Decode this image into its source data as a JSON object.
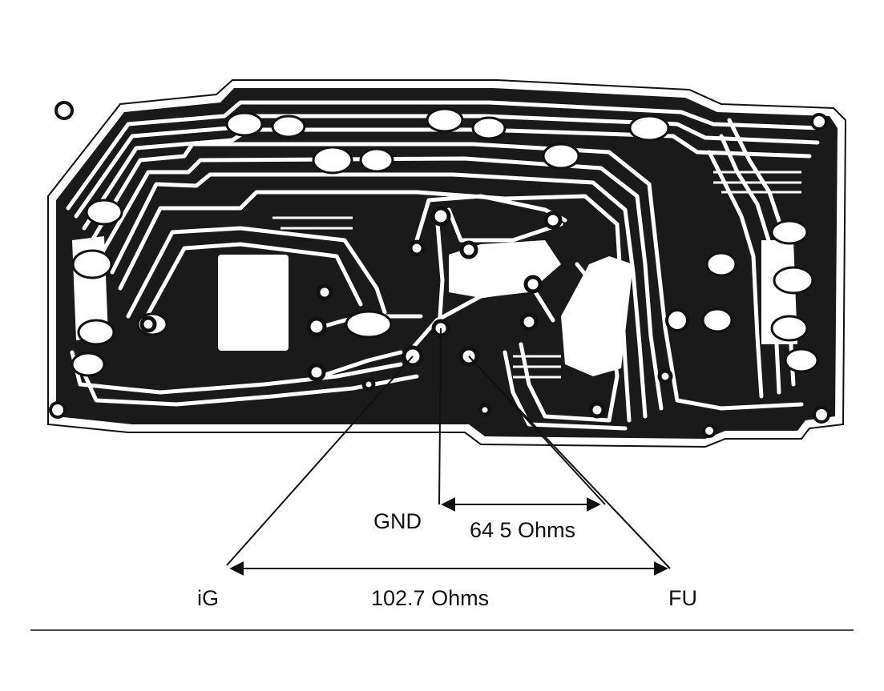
{
  "labels": {
    "gnd": "GND",
    "ig": "iG",
    "fu": "FU",
    "resistance_gnd_fu": "64 5 Ohms",
    "resistance_ig_fu": "102.7 Ohms"
  },
  "colors": {
    "ink": "#111111",
    "paper": "#ffffff"
  }
}
